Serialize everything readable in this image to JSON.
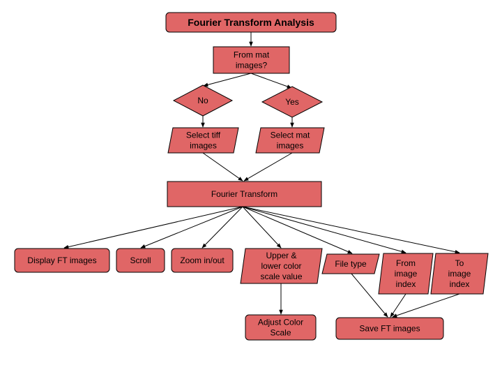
{
  "diagram": {
    "nodes": [
      {
        "id": "title",
        "lines": [
          "Fourier Transform Analysis"
        ]
      },
      {
        "id": "from_mat",
        "lines": [
          "From mat",
          "images?"
        ]
      },
      {
        "id": "no",
        "lines": [
          "No"
        ]
      },
      {
        "id": "yes",
        "lines": [
          "Yes"
        ]
      },
      {
        "id": "sel_tiff",
        "lines": [
          "Select tiff",
          "images"
        ]
      },
      {
        "id": "sel_mat",
        "lines": [
          "Select mat",
          "images"
        ]
      },
      {
        "id": "ft",
        "lines": [
          "Fourier Transform"
        ]
      },
      {
        "id": "display",
        "lines": [
          "Display FT images"
        ]
      },
      {
        "id": "scroll",
        "lines": [
          "Scroll"
        ]
      },
      {
        "id": "zoom",
        "lines": [
          "Zoom in/out"
        ]
      },
      {
        "id": "color_scale",
        "lines": [
          "Upper &",
          "lower color",
          "scale value"
        ]
      },
      {
        "id": "file_type",
        "lines": [
          "File type"
        ]
      },
      {
        "id": "from_index",
        "lines": [
          "From",
          "image",
          "index"
        ]
      },
      {
        "id": "to_index",
        "lines": [
          "To",
          "image",
          "index"
        ]
      },
      {
        "id": "adjust",
        "lines": [
          "Adjust Color",
          "Scale"
        ]
      },
      {
        "id": "save",
        "lines": [
          "Save FT images"
        ]
      }
    ],
    "edges": [
      [
        "title",
        "from_mat"
      ],
      [
        "from_mat",
        "no"
      ],
      [
        "from_mat",
        "yes"
      ],
      [
        "no",
        "sel_tiff"
      ],
      [
        "yes",
        "sel_mat"
      ],
      [
        "sel_tiff",
        "ft"
      ],
      [
        "sel_mat",
        "ft"
      ],
      [
        "ft",
        "display"
      ],
      [
        "ft",
        "scroll"
      ],
      [
        "ft",
        "zoom"
      ],
      [
        "ft",
        "color_scale"
      ],
      [
        "ft",
        "file_type"
      ],
      [
        "ft",
        "from_index"
      ],
      [
        "ft",
        "to_index"
      ],
      [
        "color_scale",
        "adjust"
      ],
      [
        "file_type",
        "save"
      ],
      [
        "from_index",
        "save"
      ],
      [
        "to_index",
        "save"
      ]
    ],
    "colors": {
      "fill": "#e06666",
      "stroke": "#000000"
    }
  }
}
